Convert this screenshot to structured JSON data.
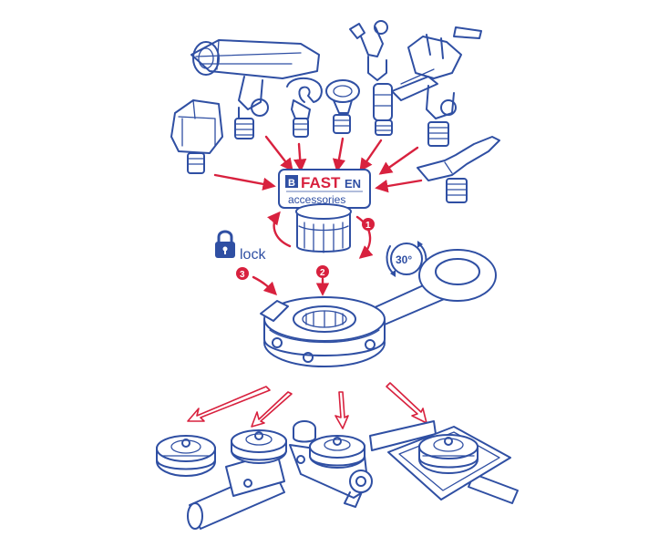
{
  "logo": {
    "brand_mark": "B",
    "brand_red": "FAST",
    "brand_blue": "EN",
    "tagline": "accessories"
  },
  "labels": {
    "lock": "lock",
    "rotation": "30°"
  },
  "steps": [
    "1",
    "2",
    "3"
  ],
  "colors": {
    "line": "#2f4fa3",
    "accent": "#d8213e",
    "background": "#ffffff"
  },
  "icons": {
    "lock": "padlock-icon",
    "rotate": "rotate-arrows-icon"
  }
}
